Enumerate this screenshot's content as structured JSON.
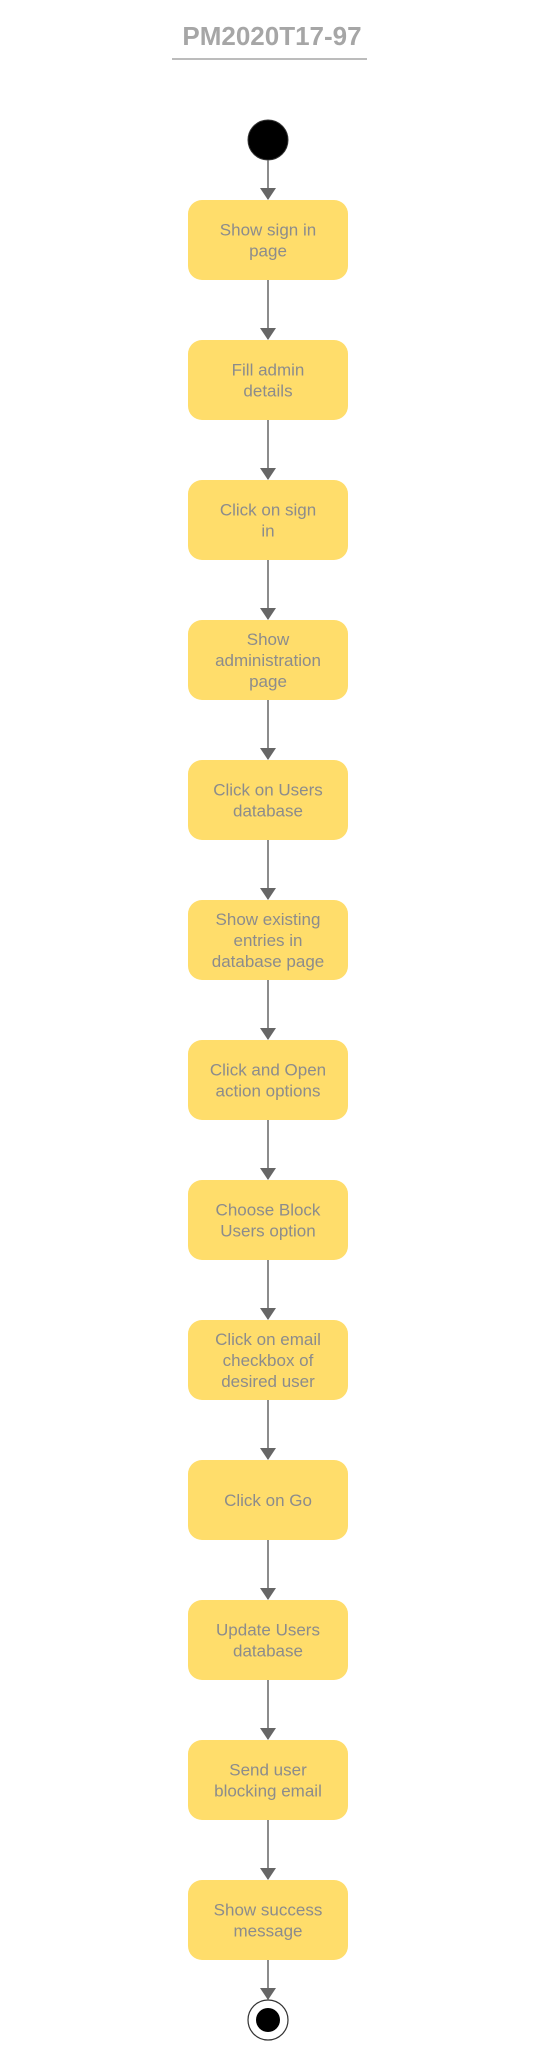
{
  "diagram": {
    "title": "PM2020T17-97",
    "colors": {
      "node_fill": "#ffdd6b",
      "node_text": "#8c8c8c",
      "title_text": "#a6a6a6",
      "connector": "#666666",
      "start_node": "#000000"
    },
    "nodes": [
      {
        "id": "n1",
        "label": "Show sign in page"
      },
      {
        "id": "n2",
        "label": "Fill admin details"
      },
      {
        "id": "n3",
        "label": "Click on sign in"
      },
      {
        "id": "n4",
        "label": "Show administration page"
      },
      {
        "id": "n5",
        "label": "Click on Users database"
      },
      {
        "id": "n6",
        "label": "Show existing entries in database page"
      },
      {
        "id": "n7",
        "label": "Click and Open action options"
      },
      {
        "id": "n8",
        "label": "Choose Block Users option"
      },
      {
        "id": "n9",
        "label": "Click on email checkbox of desired user"
      },
      {
        "id": "n10",
        "label": "Click on Go"
      },
      {
        "id": "n11",
        "label": "Update Users database"
      },
      {
        "id": "n12",
        "label": "Send user blocking email"
      },
      {
        "id": "n13",
        "label": "Show success message"
      }
    ],
    "flow": "top-to-bottom"
  }
}
